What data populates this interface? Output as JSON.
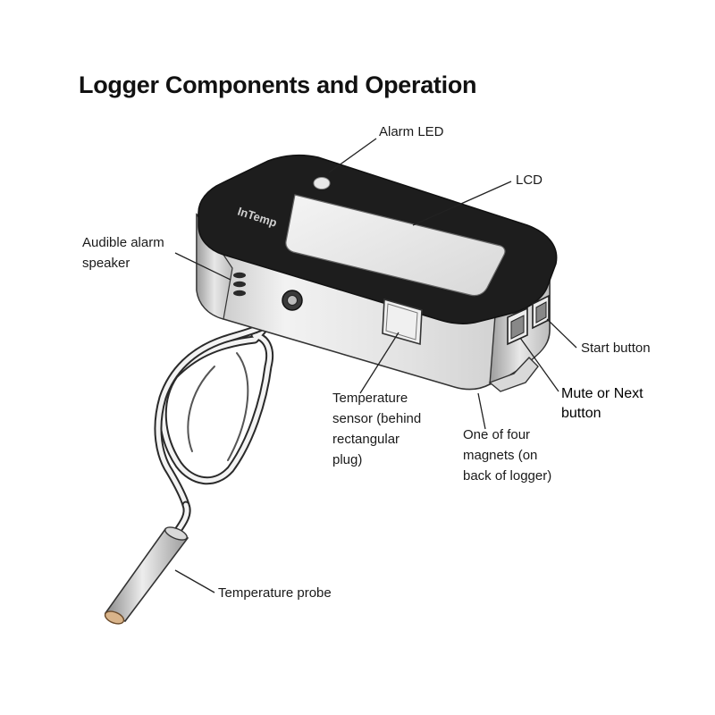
{
  "title": "Logger Components and Operation",
  "device_logo_text": "InTemp",
  "labels": {
    "alarm_led": "Alarm LED",
    "lcd": "LCD",
    "speaker": [
      "Audible alarm",
      "speaker"
    ],
    "start_button": "Start button",
    "mute_button": [
      "Mute or Next",
      "button"
    ],
    "temp_sensor": [
      "Temperature",
      "sensor (behind",
      "rectangular",
      "plug)"
    ],
    "magnets": [
      "One of four",
      "magnets (on",
      "back of logger)"
    ],
    "temp_probe": "Temperature probe"
  }
}
